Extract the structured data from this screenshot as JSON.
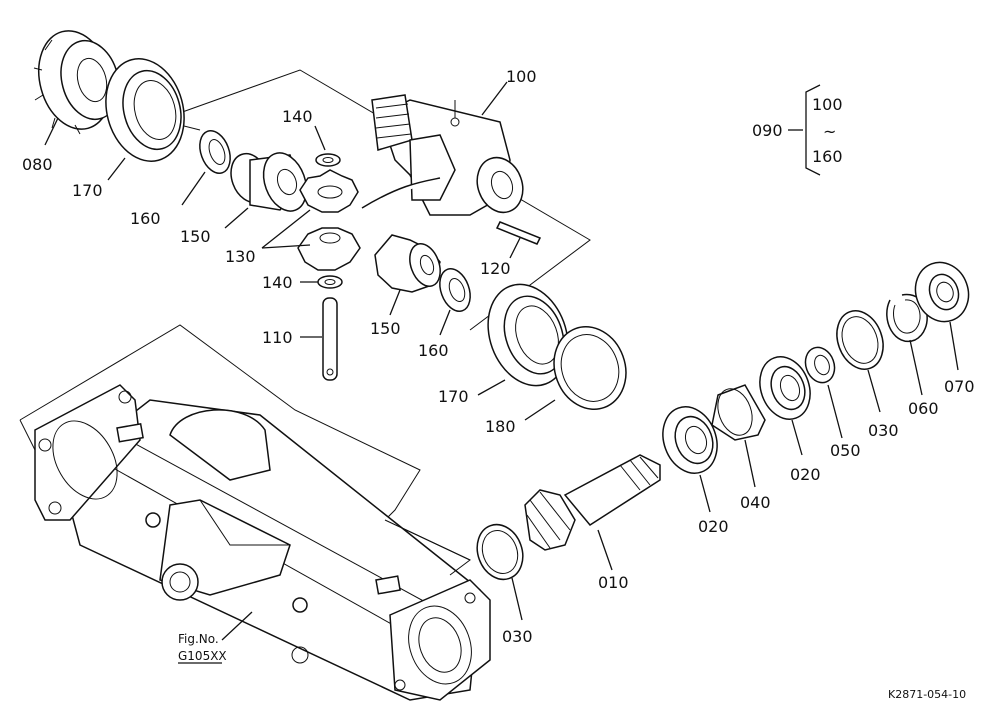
{
  "labels": {
    "p010": "010",
    "p020a": "020",
    "p020b": "020",
    "p030a": "030",
    "p030b": "030",
    "p040": "040",
    "p050": "050",
    "p060": "060",
    "p070": "070",
    "p080": "080",
    "p100": "100",
    "p110": "110",
    "p120": "120",
    "p130": "130",
    "p140a": "140",
    "p140b": "140",
    "p150a": "150",
    "p150b": "150",
    "p160a": "160",
    "p160b": "160",
    "p170a": "170",
    "p170b": "170",
    "p180": "180"
  },
  "group": {
    "parent": "090",
    "top": "100",
    "tilde": "~",
    "bottom": "160"
  },
  "figure_ref": {
    "line1": "Fig.No.",
    "line2": "G105XX"
  },
  "drawing_code": "K2871-054-10"
}
